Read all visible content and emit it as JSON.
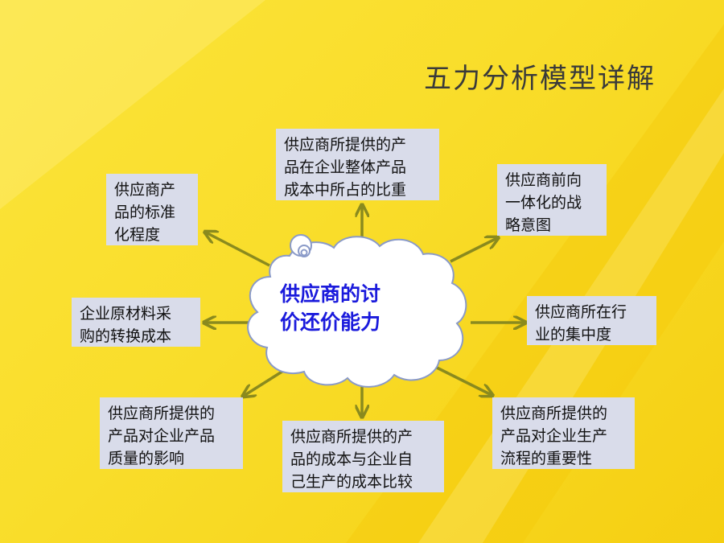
{
  "title": "五力分析模型详解",
  "center": {
    "lines": [
      "供应商的讨",
      "价还价能力"
    ]
  },
  "boxes": {
    "top": [
      "供应商所提供的产",
      "品在企业整体产品",
      "成本中所占的比重"
    ],
    "top_left": [
      "供应商产",
      "品的标准",
      "化程度"
    ],
    "top_right": [
      "供应商前向",
      "一体化的战",
      "略意图"
    ],
    "left": [
      "企业原材料采",
      "购的转换成本"
    ],
    "right": [
      "供应商所在行",
      "业的集中度"
    ],
    "bottom_left": [
      "供应商所提供的",
      "产品对企业产品",
      "质量的影响"
    ],
    "bottom": [
      "供应商所提供的产",
      "品的成本与企业自",
      "己生产的成本比较"
    ],
    "bottom_right": [
      "供应商所提供的",
      "产品对企业生产",
      "流程的重要性"
    ]
  },
  "colors": {
    "background": "#f9dd2a",
    "box_fill": "#d9dcea",
    "arrow": "#8a8a1e",
    "center_text": "#1a1adc",
    "cloud_outline": "#8a9ac8"
  }
}
